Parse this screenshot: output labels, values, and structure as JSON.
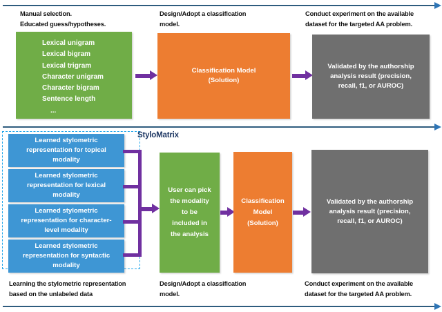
{
  "figure": {
    "title_label": "StyloMatrix"
  },
  "top_pipeline": {
    "captions": [
      {
        "line1": "Manual selection.",
        "line2": "Educated guess/hypotheses."
      },
      {
        "line1": "Design/Adopt a classification",
        "line2": "model."
      },
      {
        "line1": "Conduct experiment on the available",
        "line2": "dataset for the targeted AA problem."
      }
    ],
    "feature_box": {
      "color": "#70ad47",
      "items": [
        "Lexical unigram",
        "Lexical bigram",
        "Lexical trigram",
        "Character unigram",
        "Character bigram",
        "Sentence length"
      ],
      "ellipsis": "..."
    },
    "model_box": {
      "color": "#ed7d31",
      "line1": "Classification Model",
      "line2": "(Solution)"
    },
    "result_box": {
      "color": "#6f6f6f",
      "line1": "Validated by the authorship",
      "line2": "analysis result (precision,",
      "line3": "recall, f1, or AUROC)"
    }
  },
  "bottom_pipeline": {
    "captions": [
      {
        "line1": "Learning the stylometric representation",
        "line2": "based on the unlabeled data"
      },
      {
        "line1": "Design/Adopt a classification",
        "line2": "model."
      },
      {
        "line1": "Conduct experiment on the available",
        "line2": "dataset for the targeted AA problem."
      }
    ],
    "modality_boxes": [
      {
        "color": "#3e96d4",
        "line1": "Learned stylometric",
        "line2": "representation for topical",
        "line3": "modality"
      },
      {
        "color": "#3e96d4",
        "line1": "Learned stylometric",
        "line2": "representation for lexical",
        "line3": "modality"
      },
      {
        "color": "#3e96d4",
        "line1": "Learned stylometric",
        "line2": "representation for  character-",
        "line3": "level modality"
      },
      {
        "color": "#3e96d4",
        "line1": "Learned stylometric",
        "line2": "representation for syntactic",
        "line3": "modality"
      }
    ],
    "picker_box": {
      "color": "#70ad47",
      "line1": "User can pick",
      "line2": "the modality",
      "line3": "to be",
      "line4": "included in",
      "line5": "the analysis"
    },
    "model_box": {
      "color": "#ed7d31",
      "line1": "Classification",
      "line2": "Model",
      "line3": "(Solution)"
    },
    "result_box": {
      "color": "#6f6f6f",
      "line1": "Validated by the authorship",
      "line2": "analysis result (precision,",
      "line3": "recall, f1, or AUROC)"
    }
  },
  "colors": {
    "axis": "#2e5c7e",
    "axis_head": "#2e75b6",
    "arrow": "#7030a0",
    "frame": "#22a6ea",
    "label": "#1f3864"
  }
}
